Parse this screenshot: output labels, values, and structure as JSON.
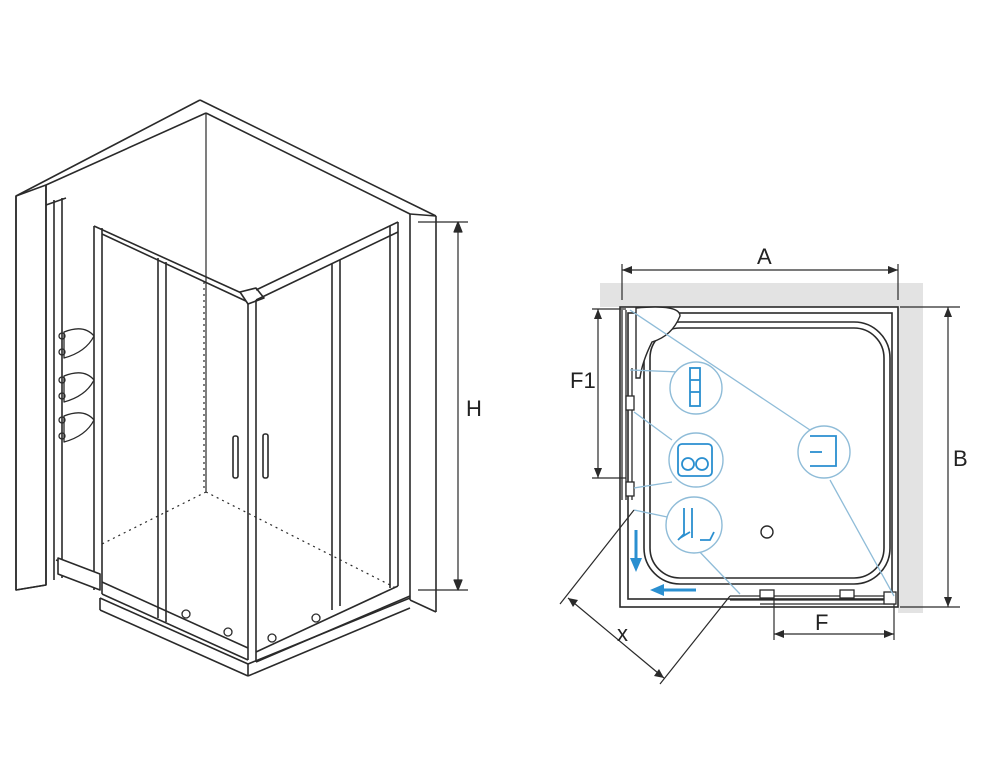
{
  "labels": {
    "height": "H",
    "width_a": "A",
    "depth_b": "B",
    "entry_f1": "F1",
    "entry_f": "F",
    "diagonal_x": "x"
  },
  "colors": {
    "line": "#2a2a2a",
    "wall": "#e3e3e3",
    "accent": "#2a8fd0",
    "callout": "#8fbcd8"
  },
  "icons": [
    "shower-fixture-icon",
    "door-seal-icon",
    "roller-icon",
    "guide-profile-icon",
    "drain-icon",
    "slide-arrow-icon"
  ]
}
